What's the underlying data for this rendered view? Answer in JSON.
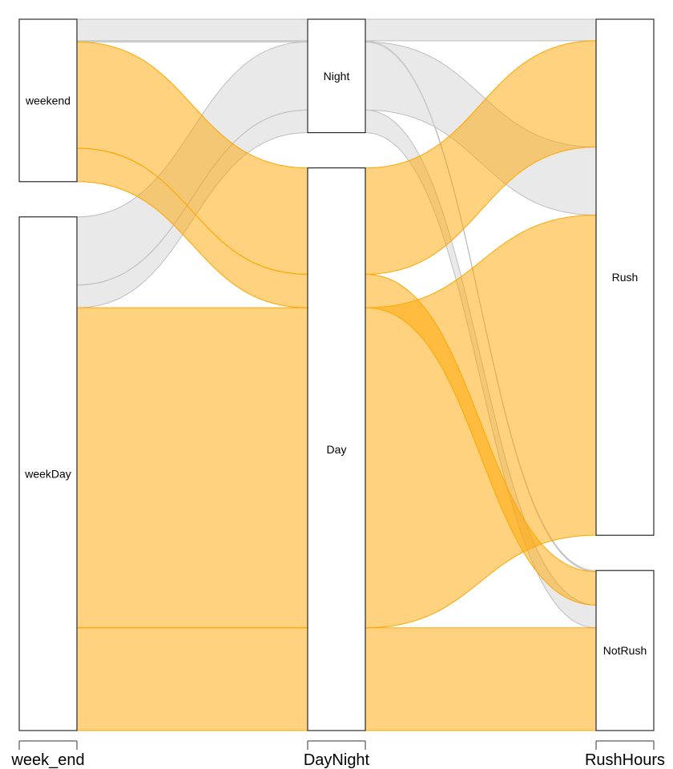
{
  "chart_data": {
    "type": "alluvial",
    "axes": [
      "week_end",
      "DayNight",
      "RushHours"
    ],
    "nodes": {
      "week_end": [
        "weekend",
        "weekDay"
      ],
      "DayNight": [
        "Night",
        "Day"
      ],
      "RushHours": [
        "Rush",
        "NotRush"
      ]
    },
    "colors": {
      "grey": "#D3D3D3",
      "orange": "#FFA500",
      "box_fill": "#FFFFFF",
      "box_stroke": "#000000"
    },
    "flows": [
      {
        "path": [
          "weekend",
          "Night",
          "Rush"
        ],
        "value": 18,
        "color": "grey"
      },
      {
        "path": [
          "weekend",
          "Night",
          "NotRush"
        ],
        "value": 1,
        "color": "grey"
      },
      {
        "path": [
          "weekend",
          "Day",
          "Rush"
        ],
        "value": 89,
        "color": "orange"
      },
      {
        "path": [
          "weekend",
          "Day",
          "NotRush"
        ],
        "value": 28,
        "color": "orange"
      },
      {
        "path": [
          "weekDay",
          "Night",
          "Rush"
        ],
        "value": 57,
        "color": "grey"
      },
      {
        "path": [
          "weekDay",
          "Night",
          "NotRush"
        ],
        "value": 19,
        "color": "grey"
      },
      {
        "path": [
          "weekDay",
          "Day",
          "Rush"
        ],
        "value": 268,
        "color": "orange"
      },
      {
        "path": [
          "weekDay",
          "Day",
          "NotRush"
        ],
        "value": 86,
        "color": "orange"
      }
    ]
  }
}
